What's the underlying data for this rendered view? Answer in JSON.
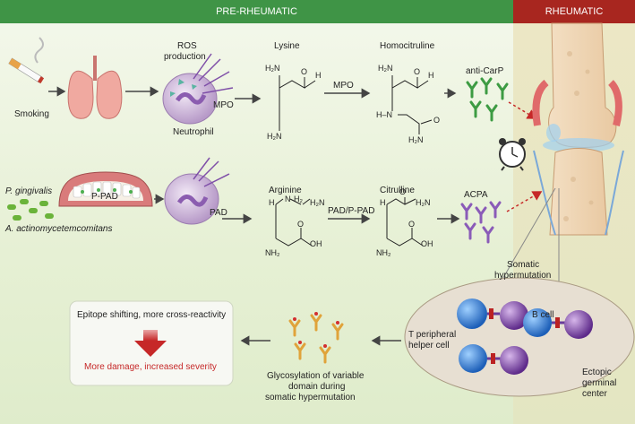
{
  "header": {
    "pre": "PRE-RHEUMATIC",
    "rheum": "RHEUMATIC"
  },
  "colors": {
    "pre_band": "#3f9446",
    "rheum_band": "#a8261f",
    "bg_light": "#eef5e2",
    "bg_right": "#e4e6c4",
    "arrow_red": "#c62828"
  },
  "row1": {
    "smoking": "Smoking",
    "ros": "ROS",
    "production": "production",
    "mpo_cell": "MPO",
    "neutrophil": "Neutrophil",
    "lysine": "Lysine",
    "mpo_arrow": "MPO",
    "homocitrulline": "Homocitruline",
    "anti_carp": "anti-CarP"
  },
  "row2": {
    "p_gingivalis": "P. gingivalis",
    "a_actino": "A. actinomycetemcomitans",
    "p_pad": "P-PAD",
    "pad_cell": "PAD",
    "arginine": "Arginine",
    "pad_arrow": "PAD/P-PAD",
    "citrulline": "Citrulline",
    "acpa": "ACPA"
  },
  "chem": {
    "h2n": "H₂N",
    "nh2": "NH₂",
    "h": "H",
    "o": "O",
    "oh": "OH",
    "hn": "HN",
    "n": "N",
    "h2": "H₂",
    "hdash": "H–N"
  },
  "row3": {
    "somatic1": "Somatic",
    "somatic2": "hypermutation",
    "b_cell": "B cell",
    "t_cell1": "T peripheral",
    "t_cell2": "helper cell",
    "ectopic1": "Ectopic",
    "ectopic2": "germinal",
    "ectopic3": "center",
    "glyco1": "Glycosylation of variable",
    "glyco2": "domain during",
    "glyco3": "somatic hypermutation",
    "epitope": "Epitope shifting, more cross-reactivity",
    "damage": "More damage, increased severity"
  }
}
